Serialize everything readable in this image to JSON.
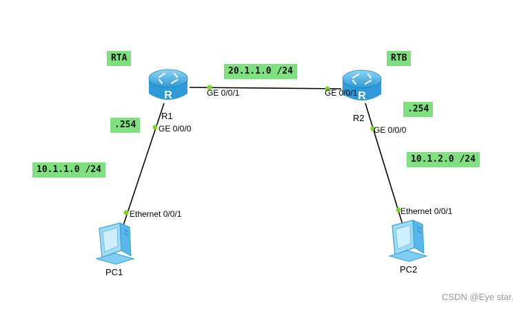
{
  "routers": [
    {
      "name": "R1",
      "tag": "RTA"
    },
    {
      "name": "R2",
      "tag": "RTB"
    }
  ],
  "pcs": [
    {
      "name": "PC1"
    },
    {
      "name": "PC2"
    }
  ],
  "networks": {
    "link_r1_r2": "20.1.1.0 /24",
    "lan_left": "10.1.1.0 /24",
    "lan_right": "10.1.2.0 /24"
  },
  "host_ids": {
    "r1": ".254",
    "r2": ".254"
  },
  "ports": {
    "r1_g001": "GE 0/0/1",
    "r2_g001": "GE 0/0/1",
    "r1_g000": "GE 0/0/0",
    "r2_g000": "GE 0/0/0",
    "pc1_eth": "Ethernet 0/0/1",
    "pc2_eth": "Ethernet 0/0/1"
  },
  "watermark": "CSDN @Eye star.",
  "colors": {
    "label_bg": "#7fe07f",
    "link": "#000000",
    "port_dot": "#7ed321",
    "router": "#4fb3e8"
  }
}
